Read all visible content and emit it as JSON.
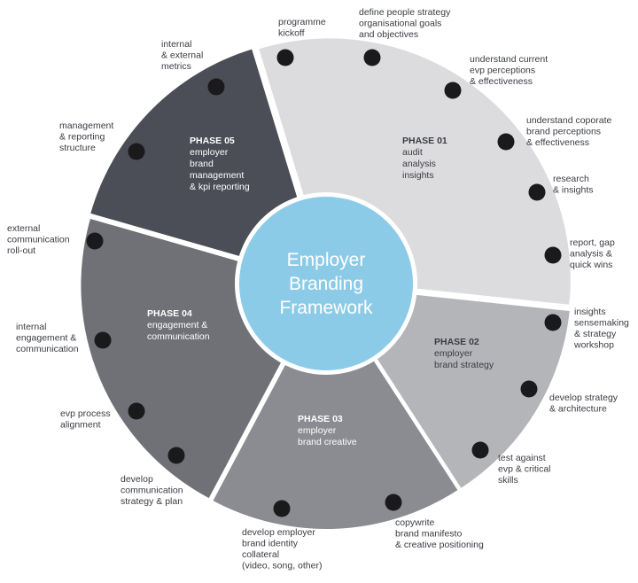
{
  "center": {
    "lines": [
      "Employer",
      "Branding",
      "Framework"
    ],
    "color": "#8ccbe8"
  },
  "phases": [
    {
      "id": "p1",
      "title": "PHASE 01",
      "lines": [
        "audit",
        "analysis",
        "insights"
      ],
      "color": "#dcdcdf",
      "text_style": "dark"
    },
    {
      "id": "p2",
      "title": "PHASE 02",
      "lines": [
        "employer",
        "brand strategy"
      ],
      "color": "#b4b5b9",
      "text_style": "dark"
    },
    {
      "id": "p3",
      "title": "PHASE 03",
      "lines": [
        "employer",
        "brand creative"
      ],
      "color": "#8b8c91",
      "text_style": "light"
    },
    {
      "id": "p4",
      "title": "PHASE 04",
      "lines": [
        "engagement &",
        "communication"
      ],
      "color": "#6f7177",
      "text_style": "light"
    },
    {
      "id": "p5",
      "title": "PHASE 05",
      "lines": [
        "employer",
        "brand",
        "management",
        "& kpi reporting"
      ],
      "color": "#4b4e56",
      "text_style": "light"
    }
  ],
  "steps": [
    {
      "lines": [
        "programme",
        "kickoff"
      ]
    },
    {
      "lines": [
        "define people strategy",
        "organisational goals",
        "and objectives"
      ]
    },
    {
      "lines": [
        "understand current",
        "evp perceptions",
        "& effectiveness"
      ]
    },
    {
      "lines": [
        "understand coporate",
        "brand perceptions",
        "& effectiveness"
      ]
    },
    {
      "lines": [
        "research",
        "& insights"
      ]
    },
    {
      "lines": [
        "report, gap",
        "analysis &",
        "quick wins"
      ]
    },
    {
      "lines": [
        "insights",
        "sensemaking",
        "& strategy",
        "workshop"
      ]
    },
    {
      "lines": [
        "develop strategy",
        "& architecture"
      ]
    },
    {
      "lines": [
        "test against",
        "evp & critical",
        "skills"
      ]
    },
    {
      "lines": [
        "copywrite",
        "brand manifesto",
        "& creative positioning"
      ]
    },
    {
      "lines": [
        "develop employer",
        "brand identity",
        "collateral",
        "(video, song, other)"
      ]
    },
    {
      "lines": [
        "develop",
        "communication",
        "strategy & plan"
      ]
    },
    {
      "lines": [
        "evp process",
        "alignment"
      ]
    },
    {
      "lines": [
        "internal",
        "engagement &",
        "communication"
      ]
    },
    {
      "lines": [
        "external",
        "communication",
        "roll-out"
      ]
    },
    {
      "lines": [
        "management",
        "& reporting",
        "structure"
      ]
    },
    {
      "lines": [
        "internal",
        "& external",
        "metrics"
      ]
    }
  ]
}
